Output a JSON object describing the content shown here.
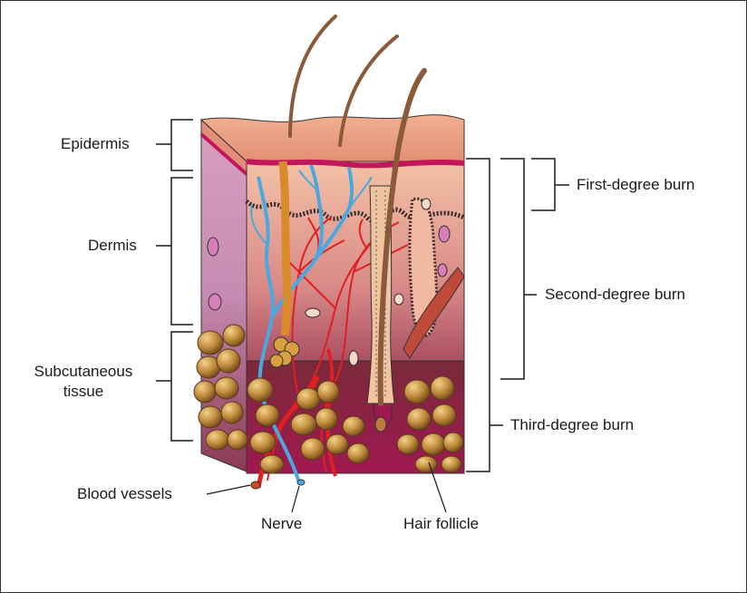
{
  "labels": {
    "epidermis": "Epidermis",
    "dermis": "Dermis",
    "subcutaneous_line1": "Subcutaneous",
    "subcutaneous_line2": "tissue",
    "blood_vessels": "Blood vessels",
    "nerve": "Nerve",
    "hair_follicle": "Hair follicle",
    "first_degree": "First-degree burn",
    "second_degree": "Second-degree burn",
    "third_degree": "Third-degree burn"
  },
  "colors": {
    "skin_surface": "#e8a184",
    "epidermis_line": "#c2185b",
    "dermis_light": "#efb89c",
    "dermis_dark": "#b5495b",
    "fat": "#b98a3a",
    "fat_highlight": "#e6c37a",
    "artery": "#e02020",
    "vein": "#4aa8e0",
    "hair": "#8a5a3a",
    "outline": "#333333"
  }
}
